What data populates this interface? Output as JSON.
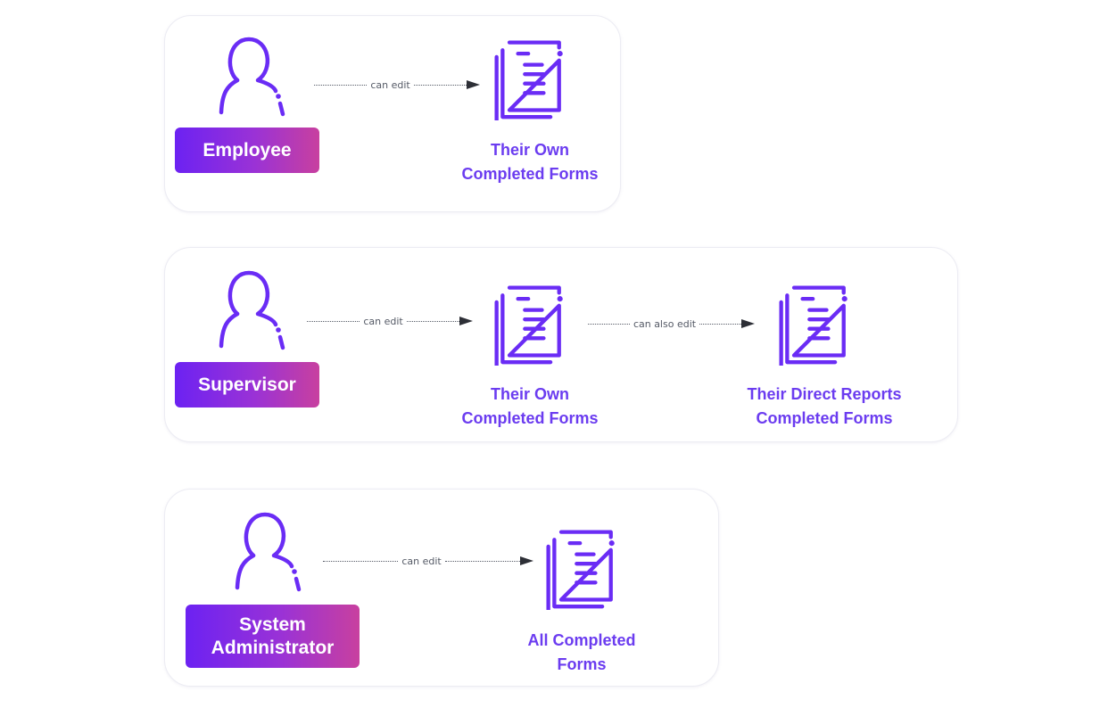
{
  "colors": {
    "accent": "#6b3cf0",
    "icon_stroke": "#6a2cf5",
    "badge_gradient_start": "#6c22f2",
    "badge_gradient_end": "#c8409f",
    "connector": "#555a66"
  },
  "icons": {
    "person": "person-outline-icon",
    "document": "stacked-documents-icon"
  },
  "rows": [
    {
      "role": "Employee",
      "links": [
        {
          "label": "can edit",
          "target": "Their Own\nCompleted Forms"
        }
      ]
    },
    {
      "role": "Supervisor",
      "links": [
        {
          "label": "can edit",
          "target": "Their Own\nCompleted Forms"
        },
        {
          "label": "can also edit",
          "target": "Their Direct Reports\nCompleted Forms"
        }
      ]
    },
    {
      "role": "System\nAdministrator",
      "links": [
        {
          "label": "can edit",
          "target": "All Completed\nForms"
        }
      ]
    }
  ]
}
